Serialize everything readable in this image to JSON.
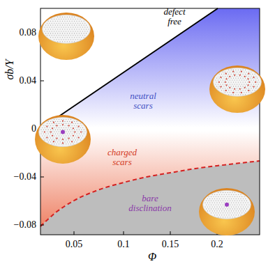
{
  "diagram": {
    "labels": [
      "0.08",
      "0.04",
      "0",
      "−0.04",
      "−0.08",
      "0.05",
      "0.1",
      "0.15",
      "0.2",
      "σb/Y",
      "Φ",
      "defect free",
      "neutral scars",
      "charged scars",
      "bare disclination"
    ]
  }
}
